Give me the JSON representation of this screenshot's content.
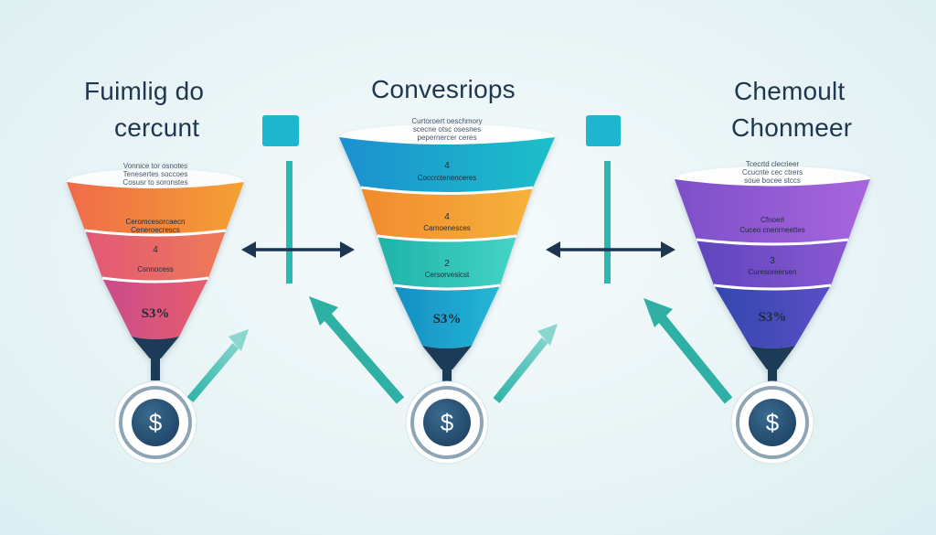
{
  "funnels": [
    {
      "title_lines": [
        "Fuimlig do",
        "cercunt"
      ],
      "caption_lines": [
        "Vonnice tor osnotes",
        "Tenesertes soccoes",
        "Cosusr to soronstes"
      ],
      "stage_labels": [
        "Ceromcesorcaecn",
        "Ceneroecrescs",
        "Csnnocess"
      ],
      "stage_numbers": [
        "",
        "4",
        ""
      ],
      "percent": "S3%",
      "coin_symbol": "$",
      "colors": [
        "#f08a3c",
        "#e85a7a",
        "#e55a6c"
      ]
    },
    {
      "title_lines": [
        "Convesriops"
      ],
      "caption_lines": [
        "Curtoroert oeschmory",
        "scecne otsc osesnes",
        "pepernercer ceres"
      ],
      "stage_labels": [
        "Coccrctenenceres",
        "Carnoenesces",
        "Cersorvesicst"
      ],
      "stage_numbers": [
        "4",
        "4",
        "2"
      ],
      "percent": "S3%",
      "coin_symbol": "$",
      "colors": [
        "#1aa6c7",
        "#f49a33",
        "#2bc1b4"
      ]
    },
    {
      "title_lines": [
        "Chemoult",
        "Chonmeer"
      ],
      "caption_lines": [
        "Tcecrtd clecrieer",
        "Ccucnte cec ctrers",
        "soue bocee stccs"
      ],
      "stage_labels": [
        "Cfnoerl",
        "Cuceo cnenrneettes",
        "Curesoreersen"
      ],
      "stage_numbers": [
        "",
        "",
        "3"
      ],
      "percent": "S3%",
      "coin_symbol": "$",
      "colors": [
        "#8a55cc",
        "#6a49bf",
        "#3c4fb0"
      ]
    }
  ]
}
